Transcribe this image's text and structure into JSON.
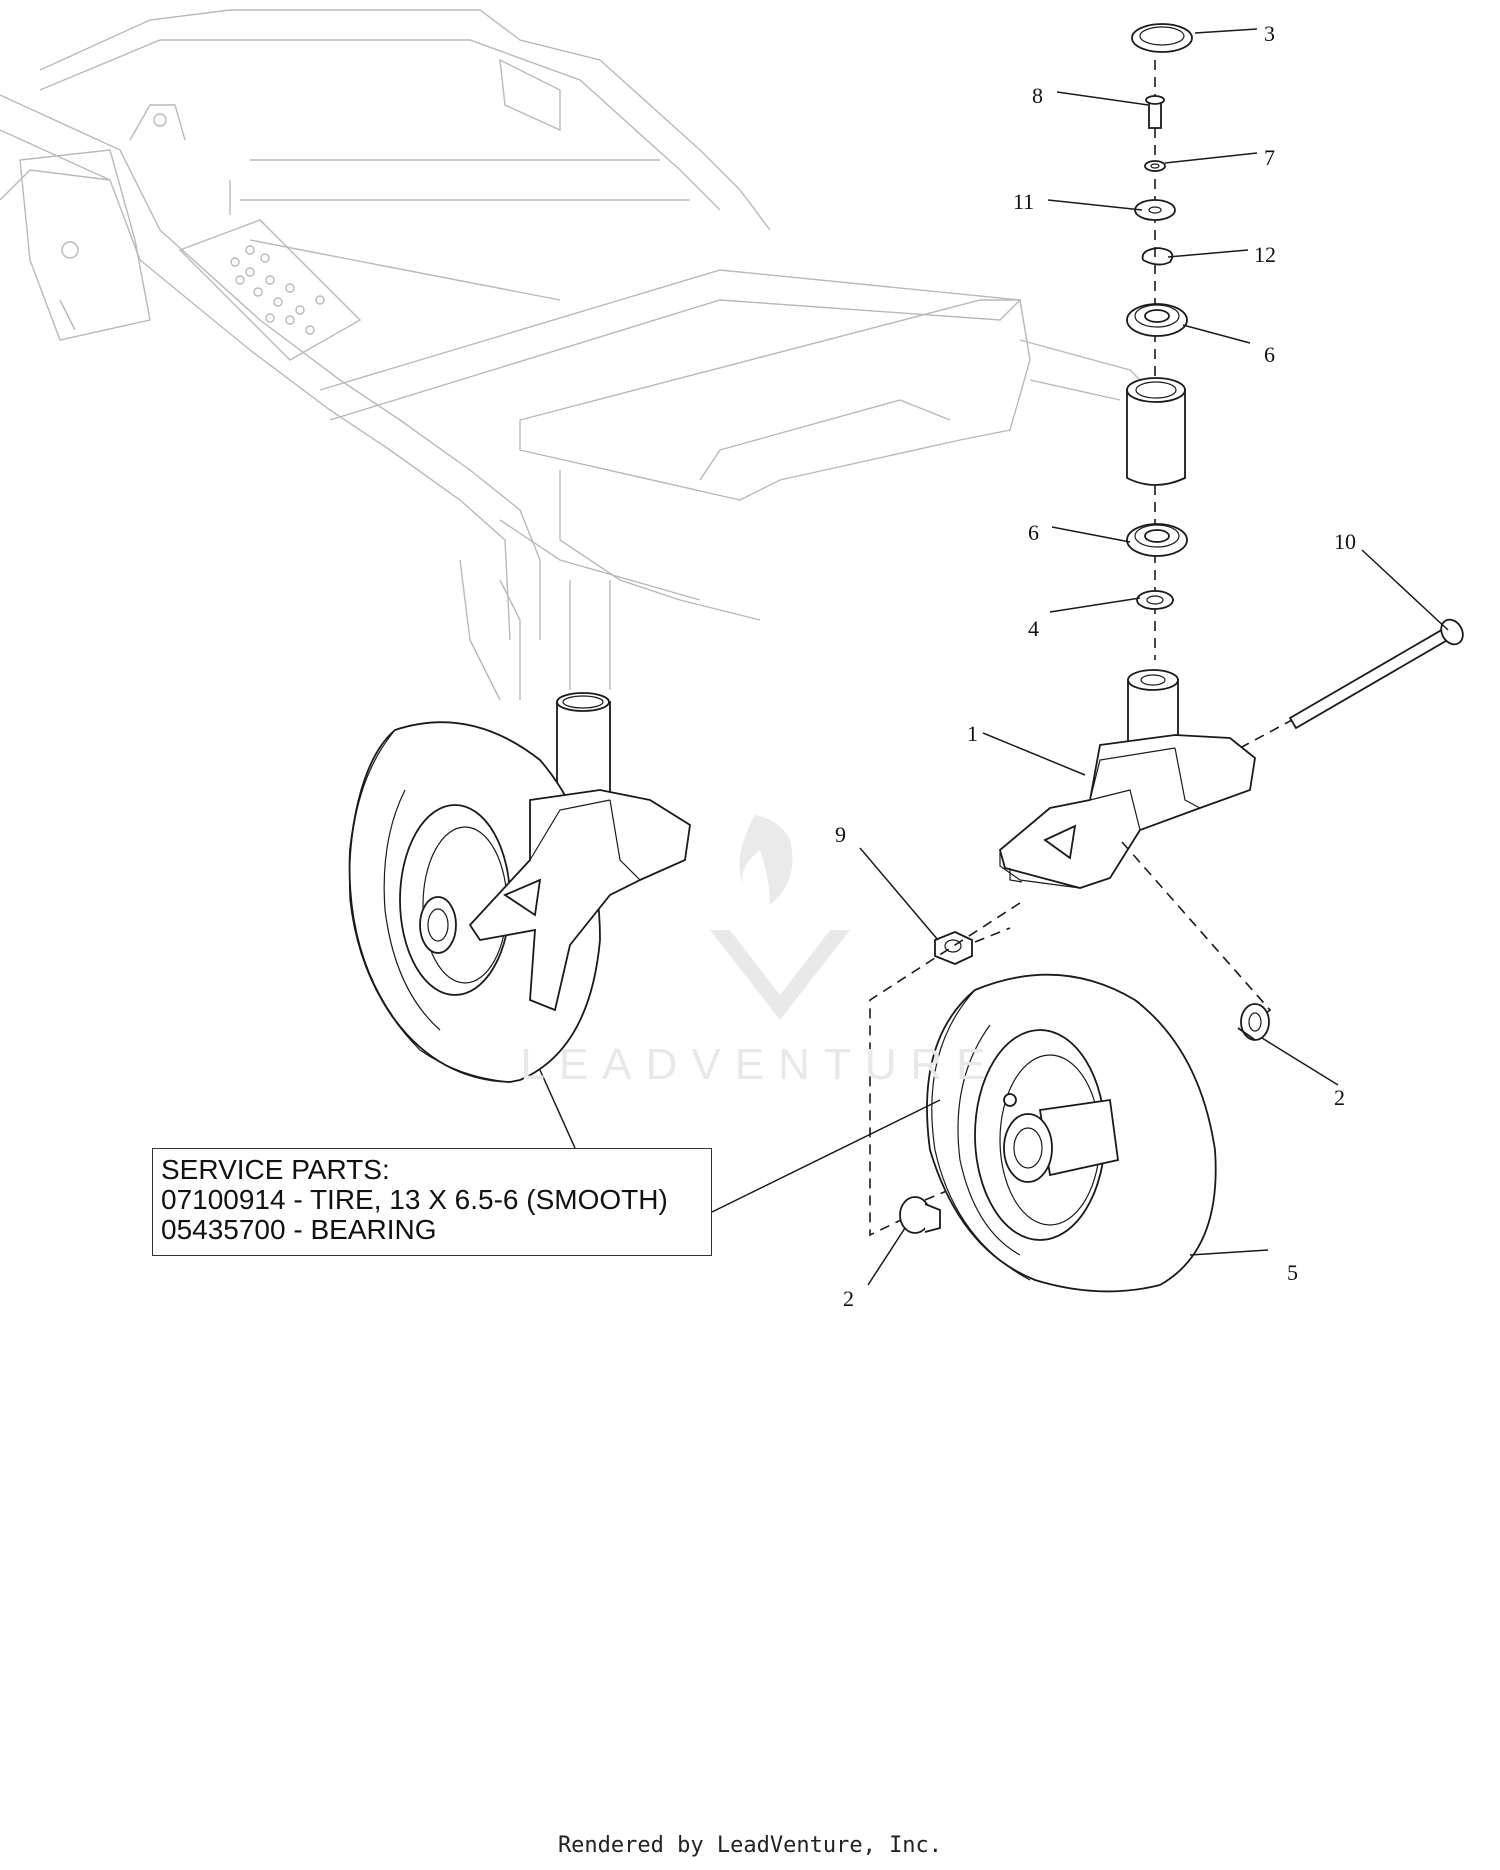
{
  "callouts": [
    {
      "label": "3"
    },
    {
      "label": "8"
    },
    {
      "label": "7"
    },
    {
      "label": "11"
    },
    {
      "label": "12"
    },
    {
      "label": "6"
    },
    {
      "label": "6"
    },
    {
      "label": "4"
    },
    {
      "label": "10"
    },
    {
      "label": "1"
    },
    {
      "label": "9"
    },
    {
      "label": "2"
    },
    {
      "label": "2"
    },
    {
      "label": "5"
    }
  ],
  "service_parts": {
    "heading": "SERVICE PARTS:",
    "lines": [
      "07100914 - TIRE, 13 X 6.5-6 (SMOOTH)",
      "05435700 - BEARING"
    ]
  },
  "watermark": "LEADVENTURE",
  "footer": "Rendered by LeadVenture, Inc."
}
